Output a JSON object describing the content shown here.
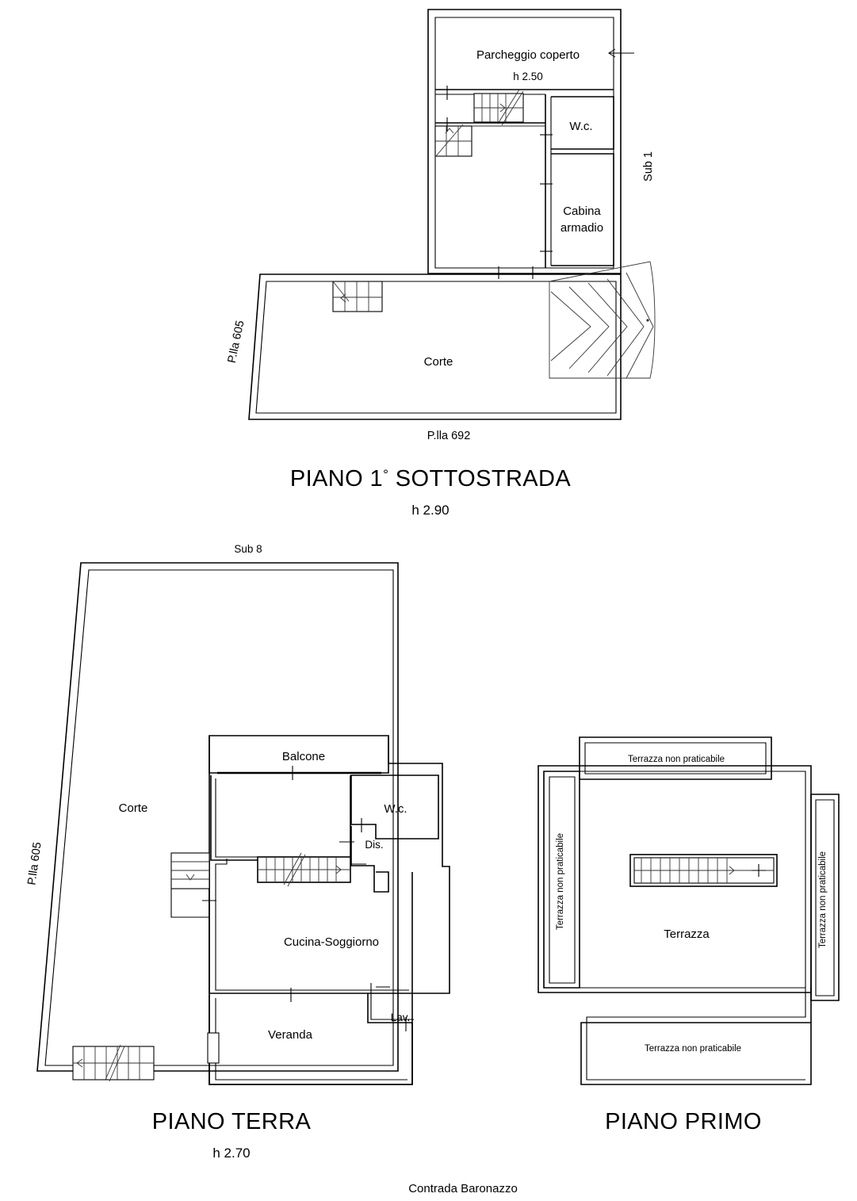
{
  "document": {
    "address_label": "Contrada Baronazzo"
  },
  "floors": [
    {
      "id": "sottostrada",
      "title": "PIANO 1° SOTTOSTRADA",
      "title_plain": "PIANO 1",
      "title_degree": "°",
      "title_rest": " SOTTOSTRADA",
      "height_label": "h 2.90",
      "rooms": [
        {
          "name": "Parcheggio coperto",
          "height_label": "h 2.50"
        },
        {
          "name": "W.c."
        },
        {
          "name": "Cabina armadio",
          "line1": "Cabina",
          "line2": "armadio"
        },
        {
          "name": "Corte"
        }
      ],
      "annotations": [
        {
          "name": "Sub 1"
        },
        {
          "name": "P.lla 605"
        },
        {
          "name": "P.lla 692"
        }
      ]
    },
    {
      "id": "terra",
      "title": "PIANO TERRA",
      "height_label": "h 2.70",
      "rooms": [
        {
          "name": "Corte"
        },
        {
          "name": "Balcone"
        },
        {
          "name": "W.c."
        },
        {
          "name": "Dis."
        },
        {
          "name": "Cucina-Soggiorno"
        },
        {
          "name": "Veranda"
        },
        {
          "name": "Lav."
        }
      ],
      "annotations": [
        {
          "name": "Sub 8"
        },
        {
          "name": "P.lla 605"
        }
      ]
    },
    {
      "id": "primo",
      "title": "PIANO PRIMO",
      "height_label": "",
      "rooms": [
        {
          "name": "Terrazza"
        },
        {
          "name": "Terrazza non praticabile"
        },
        {
          "name": "Terrazza non praticabile"
        },
        {
          "name": "Terrazza non praticabile"
        },
        {
          "name": "Terrazza non praticabile"
        }
      ]
    }
  ],
  "text": {
    "sottostrada": {
      "parcheggio": "Parcheggio coperto",
      "parcheggio_h": "h 2.50",
      "wc": "W.c.",
      "cabina_1": "Cabina",
      "cabina_2": "armadio",
      "corte": "Corte",
      "sub1": "Sub 1",
      "plla605": "P.lla 605",
      "plla692": "P.lla 692",
      "title_a": "PIANO 1",
      "title_deg": "°",
      "title_b": "SOTTOSTRADA",
      "h": "h 2.90"
    },
    "terra": {
      "sub8": "Sub 8",
      "corte": "Corte",
      "balcone": "Balcone",
      "wc": "W.c.",
      "dis": "Dis.",
      "cucina": "Cucina-Soggiorno",
      "veranda": "Veranda",
      "lav": "Lav.",
      "plla605": "P.lla 605",
      "title": "PIANO TERRA",
      "h": "h 2.70"
    },
    "primo": {
      "terrazza": "Terrazza",
      "terrazza_top": "Terrazza non praticabile",
      "terrazza_left": "Terrazza non praticabile",
      "terrazza_right": "Terrazza non praticabile",
      "terrazza_bottom": "Terrazza non praticabile",
      "title": "PIANO PRIMO"
    },
    "footer": {
      "address": "Contrada Baronazzo"
    }
  },
  "colors": {
    "ink": "#000000",
    "paper": "#ffffff",
    "hairline": "#333333"
  }
}
